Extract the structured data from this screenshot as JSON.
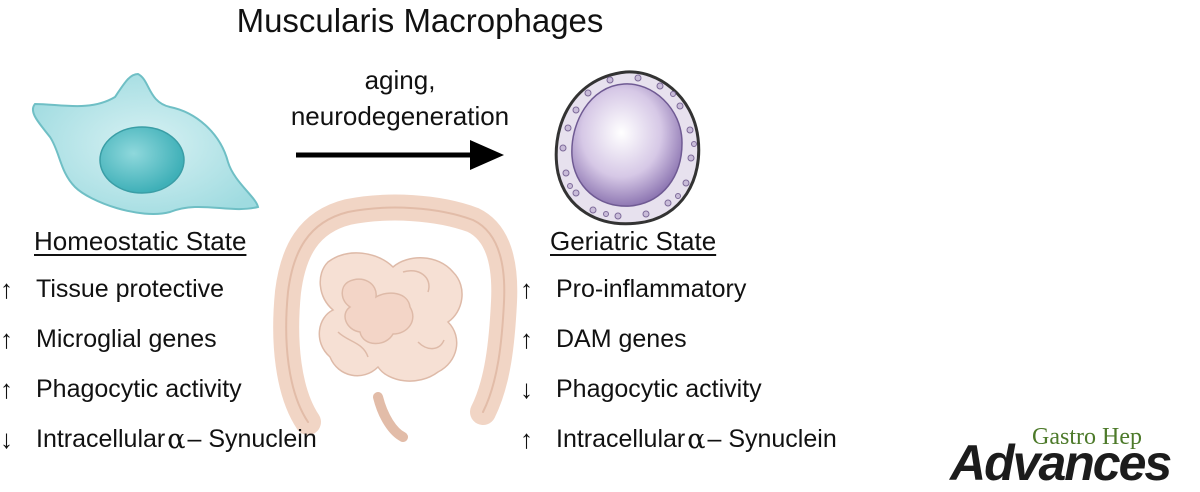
{
  "title": "Muscularis Macrophages",
  "arrow_label": [
    "aging,",
    "neurodegeneration"
  ],
  "homeostatic": {
    "heading": "Homeostatic State",
    "items": [
      {
        "dir": "up",
        "text": "Tissue protective"
      },
      {
        "dir": "up",
        "text": "Microglial genes"
      },
      {
        "dir": "up",
        "text": "Phagocytic activity"
      },
      {
        "dir": "down",
        "text_pre": "Intracellular",
        "symbol": "α",
        "text_post": "– Synuclein"
      }
    ]
  },
  "geriatric": {
    "heading": "Geriatric State",
    "items": [
      {
        "dir": "up",
        "text": "Pro-inflammatory"
      },
      {
        "dir": "up",
        "text": "DAM genes"
      },
      {
        "dir": "down",
        "text": "Phagocytic activity"
      },
      {
        "dir": "up",
        "text_pre": "Intracellular",
        "symbol": "α",
        "text_post": "– Synuclein"
      }
    ]
  },
  "arrow_glyphs": {
    "up": "↑",
    "down": "↓"
  },
  "logo": {
    "top": "Gastro Hep",
    "main": "Advances"
  },
  "colors": {
    "homeostatic_cell": "#8fd3d8",
    "geriatric_cell": "#b9a6cf",
    "intestine": "#edc7b2",
    "logo_green": "#4d7a2a"
  }
}
